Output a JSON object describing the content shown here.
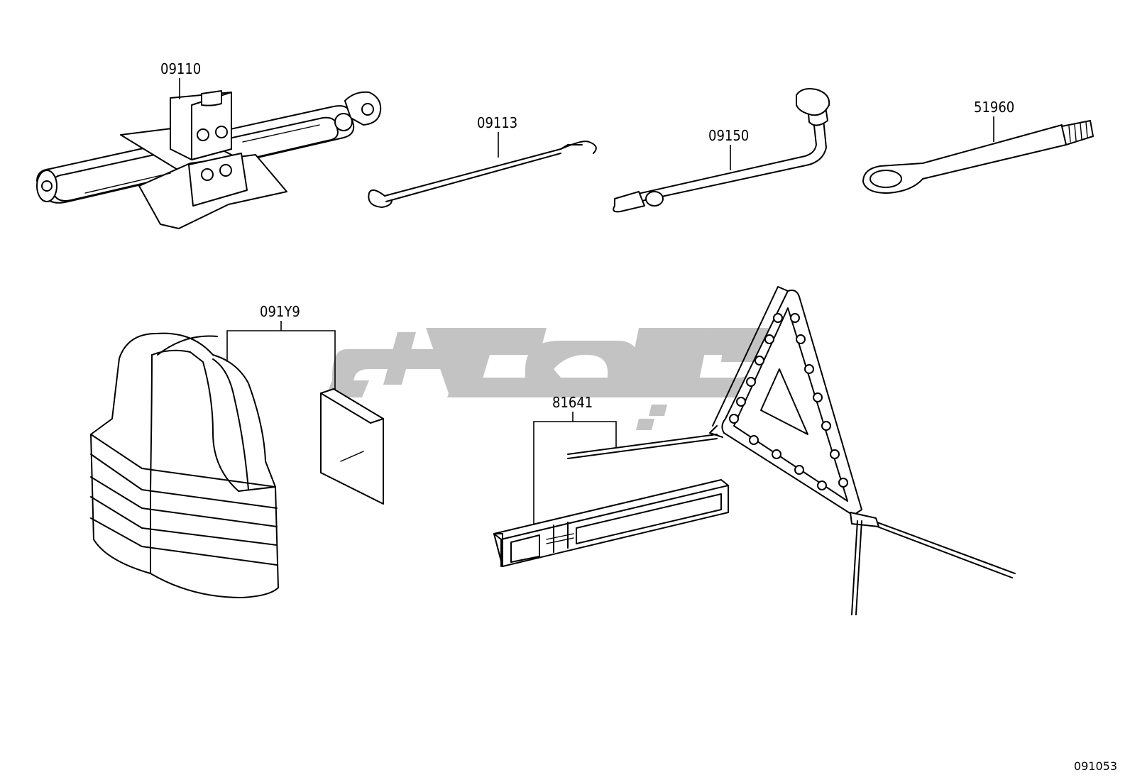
{
  "parts": [
    {
      "id": "jack",
      "number": "09110"
    },
    {
      "id": "jack-handle",
      "number": "09113"
    },
    {
      "id": "wheel-wrench",
      "number": "09150"
    },
    {
      "id": "spare-wheel-carrier-tool",
      "number": "51960"
    },
    {
      "id": "safety-vest-kit",
      "number": "091Y9"
    },
    {
      "id": "warning-triangle",
      "number": "81641"
    }
  ],
  "diagram_id": "091053",
  "watermark": {
    "kind": "logo",
    "color": "#b9b9b9"
  },
  "icons": {
    "jack": "scissor-jack-icon",
    "jack-handle": "hook-rod-icon",
    "wheel-wrench": "lug-wrench-icon",
    "spare-wheel-carrier-tool": "ring-spanner-icon",
    "safety-vest-kit": "safety-vest-icon",
    "warning-triangle": "warning-triangle-icon"
  }
}
